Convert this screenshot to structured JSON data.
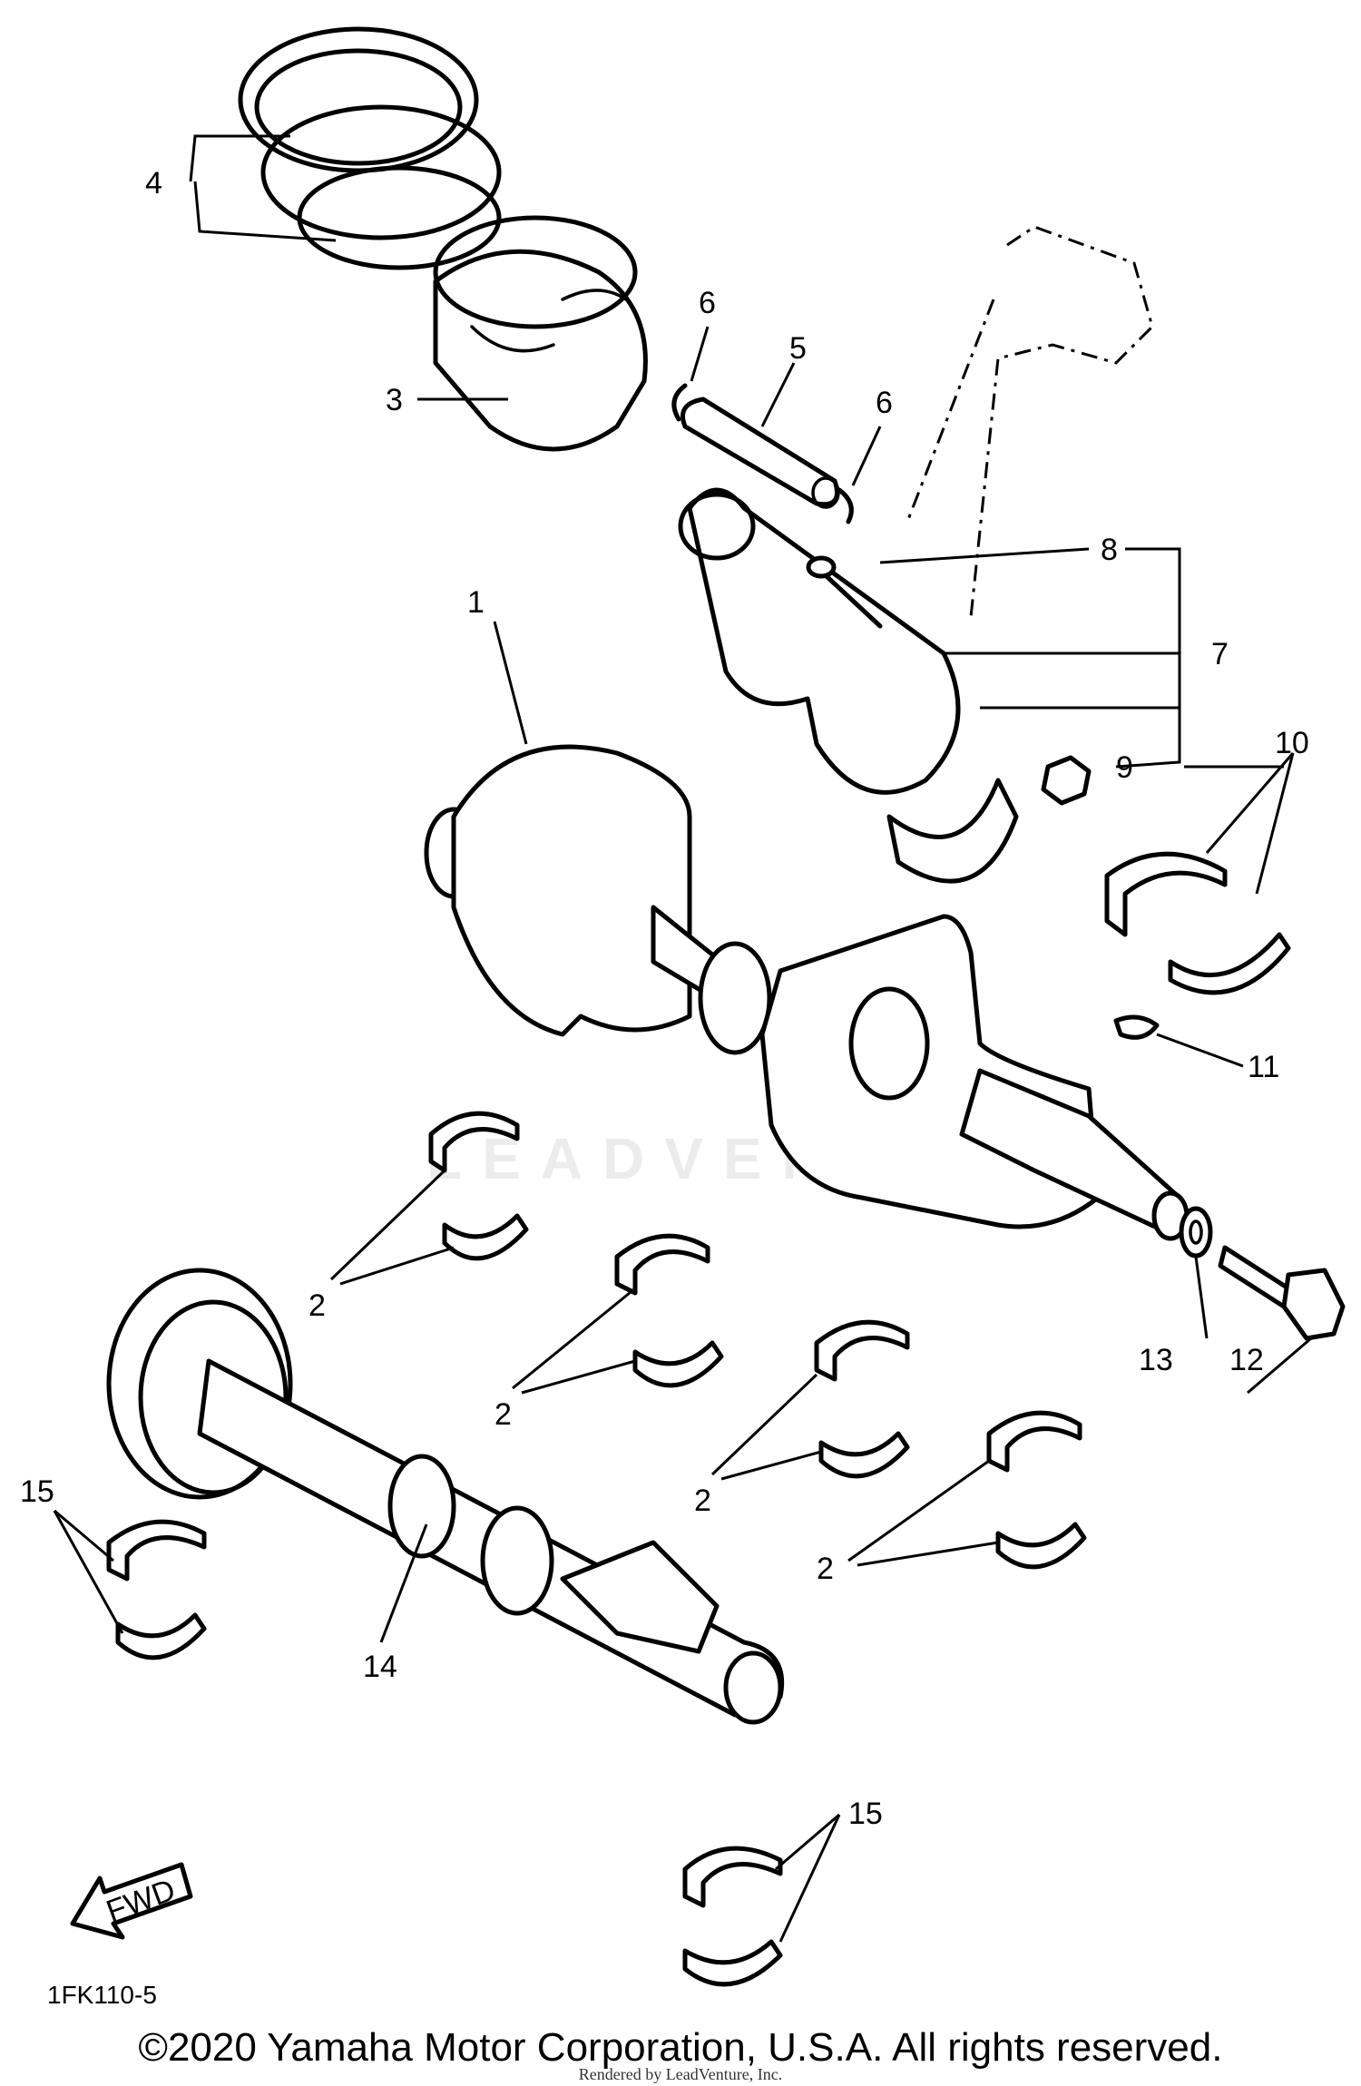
{
  "callouts": {
    "c1": "1",
    "c2a": "2",
    "c2b": "2",
    "c2c": "2",
    "c2d": "2",
    "c3": "3",
    "c4": "4",
    "c5": "5",
    "c6a": "6",
    "c6b": "6",
    "c7": "7",
    "c8": "8",
    "c9": "9",
    "c10": "10",
    "c11": "11",
    "c12": "12",
    "c13": "13",
    "c14": "14",
    "c15a": "15",
    "c15b": "15"
  },
  "fwd_label": "FWD",
  "diagram_code": "1FK110-5",
  "watermark": "LEADVENTURE",
  "copyright": "©2020 Yamaha Motor Corporation, U.S.A. All rights reserved.",
  "rendered_by": "Rendered by LeadVenture, Inc."
}
